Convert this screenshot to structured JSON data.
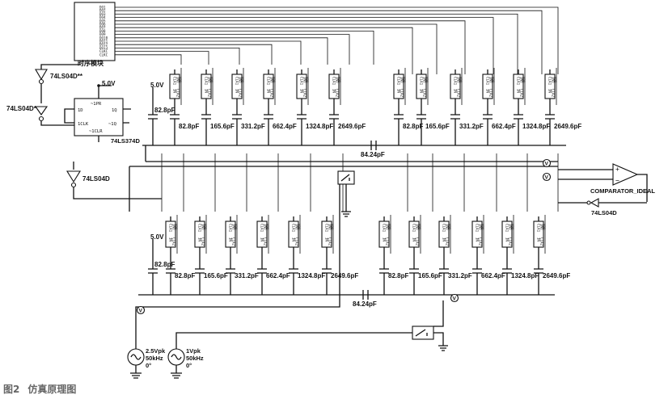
{
  "figure": {
    "num": "图2",
    "title": "仿真原理图"
  },
  "timing_block": {
    "title": "时序模块",
    "pins": [
      "DO1",
      "DO2",
      "DO3",
      "DO4",
      "DO5",
      "DO6",
      "DO7",
      "DO8",
      "DO9",
      "DO10",
      "DO11",
      "DO12",
      "DO13",
      "CLKC",
      "CLKC"
    ]
  },
  "supply": "5.0V",
  "flipflop": {
    "name": "74LS374D",
    "pins": [
      "~1PR",
      "1D",
      "1Q",
      "1CLK",
      "~1Q",
      "~1CLR"
    ]
  },
  "inverters": {
    "a": "74LS04D**",
    "b": "74LS04D*",
    "c": "74LS04D",
    "d": "74LS04D"
  },
  "switch_text": {
    "top": [
      "CLA1",
      "INO",
      "VDD"
    ],
    "bottom": [
      "IN",
      "CLA2"
    ]
  },
  "cap_values": [
    "82.8pF",
    "165.6pF",
    "331.2pF",
    "662.4pF",
    "1324.8pF",
    "2649.6pF"
  ],
  "term_cap": "82.8pF",
  "bridge_cap": "84.24pF",
  "comparator": "COMPARATOR_IDEAL",
  "probe": "V",
  "sources": [
    {
      "amp": "2.5Vpk",
      "freq": "50kHz",
      "phase": "0°"
    },
    {
      "amp": "1Vpk",
      "freq": "50kHz",
      "phase": "0°"
    }
  ]
}
